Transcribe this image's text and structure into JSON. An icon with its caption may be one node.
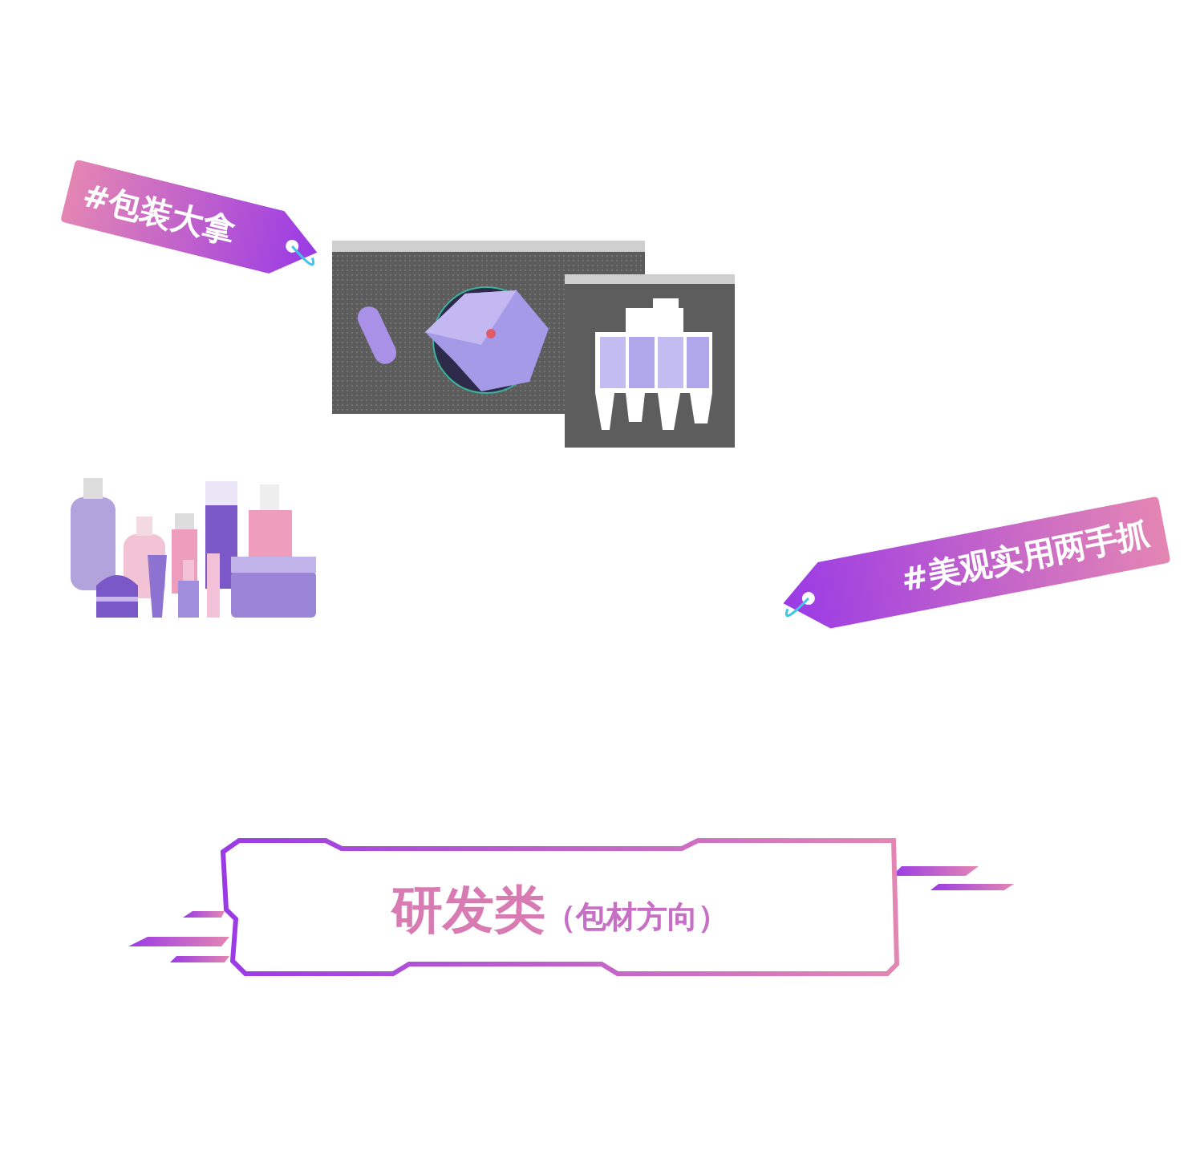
{
  "diagram": {
    "nodes": [
      {
        "text": [
          "#包装大拿"
        ]
      },
      {
        "text": [
          "#美观实用两手抓"
        ]
      },
      {
        "text": [
          "研发类",
          "（包材方向）"
        ]
      }
    ]
  }
}
